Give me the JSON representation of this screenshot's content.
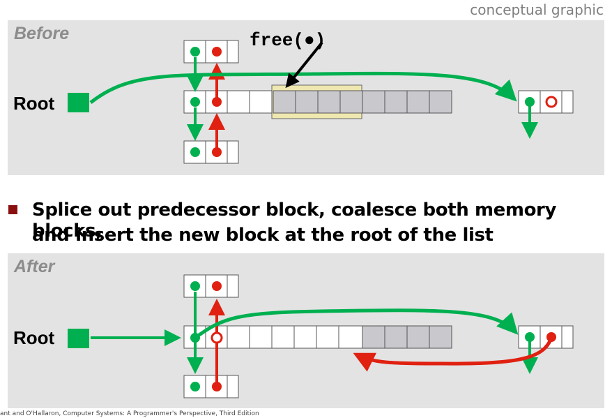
{
  "corner_label": "conceptual graphic",
  "before": {
    "title": "Before",
    "root_label": "Root",
    "call_label": "free(●)"
  },
  "description": {
    "line1": "Splice out predecessor block, coalesce both memory blocks,",
    "line2": "and insert the new block at the root of the list"
  },
  "after": {
    "title": "After",
    "root_label": "Root"
  },
  "footer": "ant and O'Hallaron, Computer Systems: A Programmer's Perspective, Third Edition",
  "colors": {
    "panel": "#e3e3e3",
    "forward_pointer": "#00b050",
    "backward_pointer": "#e02010",
    "allocated_word": "#ffffff",
    "free_word": "#c8c8cd",
    "freed_highlight": "#eee8b0",
    "root_box": "#00b050",
    "bullet": "#8a1010"
  }
}
